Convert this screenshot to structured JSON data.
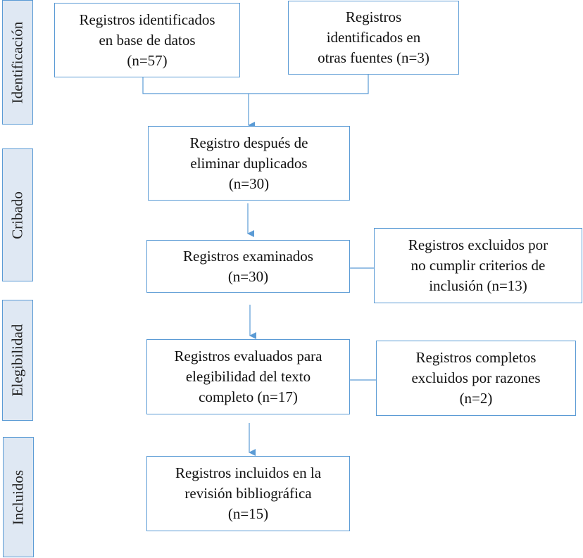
{
  "phases": {
    "identificacion": "Identificación",
    "cribado": "Cribado",
    "elegibilidad": "Elegibilidad",
    "incluidos": "Incluidos"
  },
  "boxes": {
    "base_datos": "Registros identificados\nen base de datos\n(n=57)",
    "otras_fuentes": "Registros\nidentificados en\notras fuentes (n=3)",
    "sin_duplicados": "Registro después de\neliminar duplicados\n(n=30)",
    "examinados": "Registros examinados\n(n=30)",
    "excluidos_criterios": "Registros excluidos por\nno cumplir criterios de\ninclusión  (n=13)",
    "evaluados": "Registros evaluados para\nelegibilidad del texto\ncompleto (n=17)",
    "excluidos_razones": "Registros completos\nexcluidos por razones\n(n=2)",
    "incluidos": "Registros incluidos en la\nrevisión bibliográfica\n(n=15)"
  },
  "colors": {
    "accent": "#5b9bd5",
    "phase_fill": "#dfe8f3"
  }
}
